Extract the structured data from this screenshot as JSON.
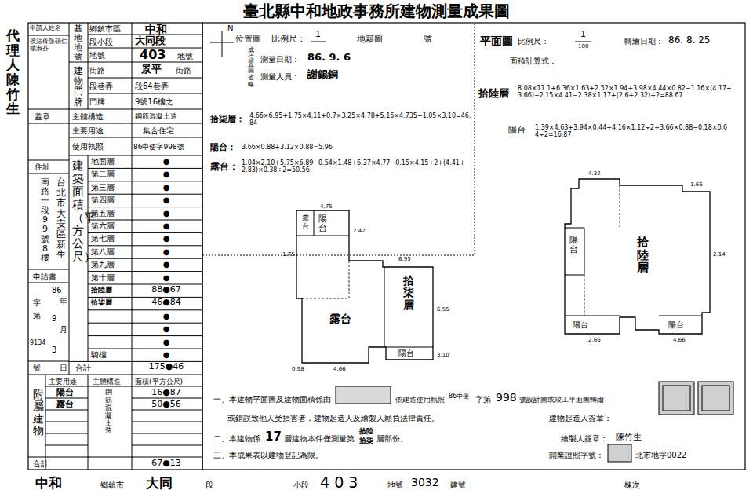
{
  "diagram": {
    "title": "臺北縣中和地政事務所建物測量成果圖",
    "labels": [
      "代理人陳竹生",
      "申請人姓名",
      "侯法伶張碩仁楊淑芬",
      "蓋章",
      "住址",
      "台北市大安區新生",
      "南路一段99號8樓",
      "申請書",
      "86",
      "年",
      "字",
      "第",
      "9",
      "月",
      "9134",
      "3",
      "日",
      "號",
      "基地地號",
      "建物門牌",
      "主體構造",
      "主要用途",
      "使用執照",
      "建築面積（平方公尺）",
      "合計",
      "鄉鎮市區",
      "段小段",
      "地號",
      "街路",
      "段巷弄",
      "門牌",
      "中和",
      "大同段",
      "403",
      "地號",
      "景平",
      "街路",
      "段64巷弄",
      "9號16樓之",
      "鋼筋混凝土造",
      "集合住宅",
      "86中使字998號",
      "地面層",
      "第二層",
      "第三層",
      "第四層",
      "第五層",
      "第六層",
      "第七層",
      "第八層",
      "第九層",
      "第十層",
      "拾陸層",
      "拾柒層",
      "騎樓",
      "●",
      "●",
      "●",
      "●",
      "●",
      "●",
      "●",
      "●",
      "●",
      "●",
      "88●67",
      "46●84",
      "●",
      "●",
      "●",
      "●",
      "175●46",
      "附屬建物",
      "主要用途",
      "主體構造",
      "面積(平方公尺)",
      "陽台",
      "露台",
      "鋼筋混凝土造",
      "16●87",
      "50●56",
      "合計",
      "67●13",
      "位置圖",
      "比例尺：",
      "1",
      "地籍圖",
      "號",
      "N",
      "成位置圖省略",
      "測量日期：",
      "86. 9. 6",
      "測量人員：",
      "謝錫銅",
      "拾柒層：",
      "4.66×6.95+1.75×4.11+0.7×3.25×4.78+5.16×4.735−1.05×3.10=46.84",
      "陽台：",
      "3.66×0.88+3.12×0.88=5.96",
      "露台：",
      "1.04×2.10+5.75×6.89−0.54×1.48+6.37×4.77−0.15×4.15÷2+(4.41+2.83)×0.38÷2=50.56",
      "平面圖",
      "比例尺：",
      "1",
      "100",
      "轉繪日期：",
      "86. 8. 25",
      "面積計算式：",
      "拾陸層",
      "8.08×11.1+6.36×1.63+2.52×1.94+3.98×4.44×0.82−1.16×(4.17+3.66)−2.15×4.41−2.38×1.17+(2.6+2.32)÷2=88.67",
      "陽台",
      "1.39×4.63+3.94×0.44+4.16×1.12÷2+3.66×0.88−0.18×0.64÷2=16.87",
      "陽台",
      "露台",
      "露台",
      "拾柒層",
      "陽台",
      "4.75",
      "2.42",
      "6.95",
      "6.55",
      "1.75",
      "0.98",
      "4.66",
      "3.10",
      "拾陸層",
      "陽台",
      "陽台",
      "陽台",
      "4.32",
      "1.66",
      "2.14",
      "2.66",
      "4.66",
      "一、本建物平面圖及建物面積係由",
      "依建造使用執照",
      "86中使",
      "字第",
      "998",
      "號設計圖或竣工平面圖轉繪",
      "或錯誤致他人受損害者，建物起造人及繪製人願負法律責任。",
      "建物起造人簽章：",
      "二、本建物係",
      "17",
      "層建物本件僅測量第",
      "拾陸",
      "拾柒",
      "層部份。",
      "繪製人簽章：",
      "陳竹生",
      "三、本成果表以建物登記為限。",
      "開業證照字號：",
      "北市地字0022",
      "中和",
      "鄉鎮市",
      "大同",
      "段",
      "小段",
      "4 0 3",
      "地號",
      "3032",
      "建號",
      "棟次"
    ]
  }
}
